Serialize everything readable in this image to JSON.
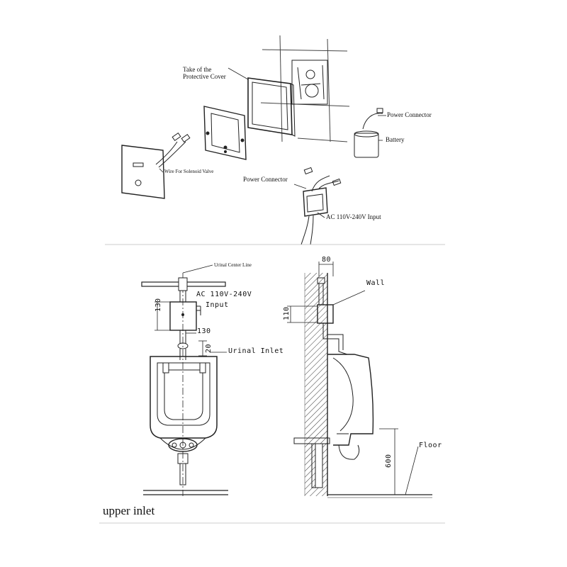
{
  "top": {
    "protective_cover_label": "Take of the\nProtective Cover",
    "wire_label": "Wire For Solenoid Valve",
    "power_connector_top": "Power Connector",
    "battery_label": "Battery",
    "power_connector_mid": "Power Connector",
    "ac_input_top": "AC 110V-240V Input"
  },
  "front": {
    "center_line_label": "Urinal Center Line",
    "ac_line1": "AC 110V-240V",
    "ac_line2": "Input",
    "dim_130_vertical": "130",
    "dim_130_horizontal": "130",
    "dim_20": "20",
    "urinal_inlet": "Urinal Inlet"
  },
  "side": {
    "dim_80": "80",
    "wall_label": "Wall",
    "dim_110": "110",
    "floor_label": "Floor",
    "dim_600": "600"
  },
  "caption": "upper inlet"
}
